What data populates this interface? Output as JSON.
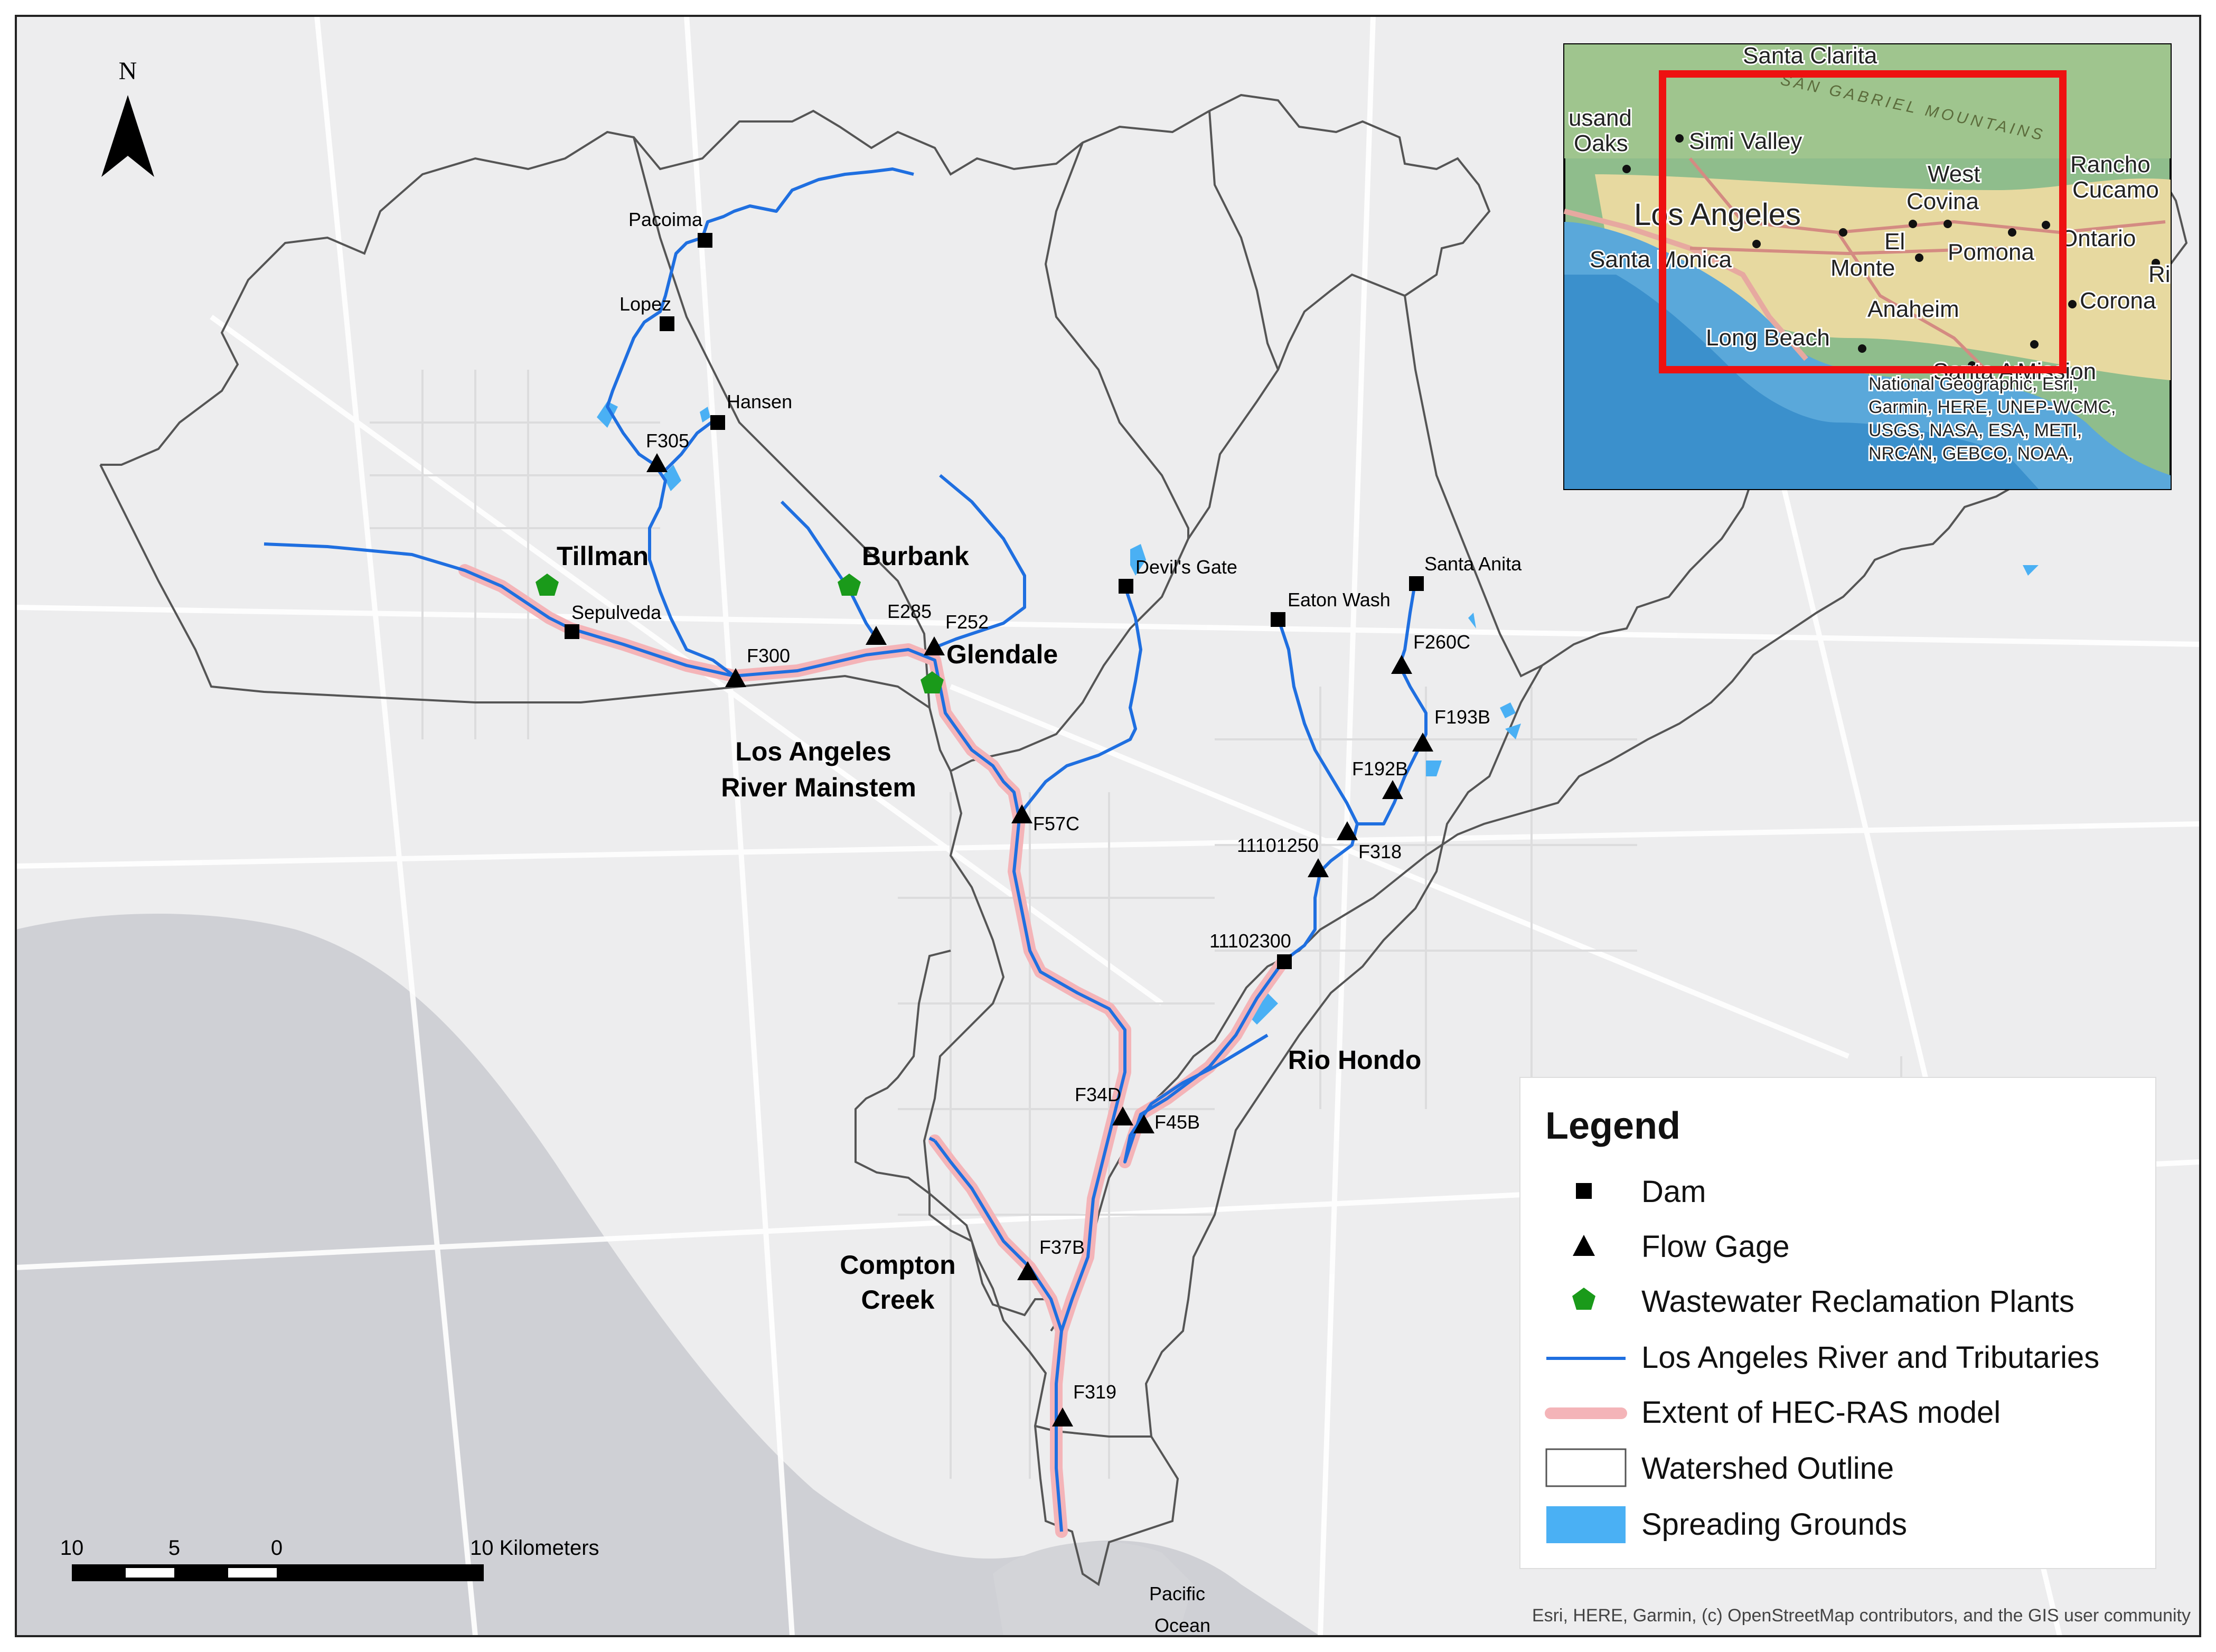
{
  "north_arrow": {
    "label": "N"
  },
  "labels": {
    "dams": [
      {
        "name": "Pacoima"
      },
      {
        "name": "Lopez"
      },
      {
        "name": "Hansen"
      },
      {
        "name": "Sepulveda"
      },
      {
        "name": "Devil's Gate"
      },
      {
        "name": "Eaton Wash"
      },
      {
        "name": "Santa Anita"
      },
      {
        "name": "11102300"
      }
    ],
    "gages": [
      {
        "name": "F305"
      },
      {
        "name": "F300"
      },
      {
        "name": "E285"
      },
      {
        "name": "F252"
      },
      {
        "name": "F57C"
      },
      {
        "name": "F260C"
      },
      {
        "name": "F193B"
      },
      {
        "name": "F192B"
      },
      {
        "name": "F318"
      },
      {
        "name": "11101250"
      },
      {
        "name": "F34D"
      },
      {
        "name": "F45B"
      },
      {
        "name": "F37B"
      },
      {
        "name": "F319"
      }
    ],
    "plants": [
      {
        "name": "Tillman"
      },
      {
        "name": "Burbank"
      },
      {
        "name": "Glendale"
      }
    ],
    "regions": {
      "mainstem_line1": "Los Angeles",
      "mainstem_line2": "River Mainstem",
      "rio_hondo": "Rio Hondo",
      "compton_line1": "Compton",
      "compton_line2": "Creek"
    }
  },
  "inset": {
    "places": [
      "Santa Clarita",
      "Simi Valley",
      "usand",
      "Oaks",
      "Los Angeles",
      "Santa Monica",
      "West",
      "Covina",
      "El",
      "Monte",
      "Pomona",
      "Rancho",
      "Cucamo",
      "Ontario",
      "Ri",
      "Corona",
      "Anaheim",
      "Long Beach",
      "Santa Ana",
      "Mission"
    ],
    "mountains": "SAN GABRIEL MOUNTAINS",
    "credits": [
      "National Geographic, Esri,",
      "Garmin, HERE, UNEP-WCMC,",
      "USGS, NASA, ESA, METI,",
      "NRCAN, GEBCO, NOAA,"
    ]
  },
  "basemap_labels": {
    "pacific": "Pacific",
    "ocean": "Ocean"
  },
  "scale_bar": {
    "ticks": [
      "10",
      "5",
      "0",
      "10 Kilometers"
    ]
  },
  "attribution": "Esri, HERE, Garmin, (c) OpenStreetMap contributors, and the GIS user community",
  "legend": {
    "title": "Legend",
    "items": [
      {
        "label": "Dam",
        "symbol": "square"
      },
      {
        "label": "Flow Gage",
        "symbol": "triangle"
      },
      {
        "label": "Wastewater Reclamation Plants",
        "symbol": "pentagon"
      },
      {
        "label": "Los Angeles River and Tributaries",
        "symbol": "line"
      },
      {
        "label": "Extent of HEC-RAS model",
        "symbol": "thick-line"
      },
      {
        "label": "Watershed Outline",
        "symbol": "box"
      },
      {
        "label": "Spreading Grounds",
        "symbol": "fill"
      }
    ]
  },
  "colors": {
    "river": "#1f6fe0",
    "hecras": "#f4b4b8",
    "plant": "#1a9a1a",
    "spreading": "#4ab0f4",
    "ocean": "#cfd0d5",
    "land": "#ededee",
    "inset_box": "#ee1111"
  }
}
